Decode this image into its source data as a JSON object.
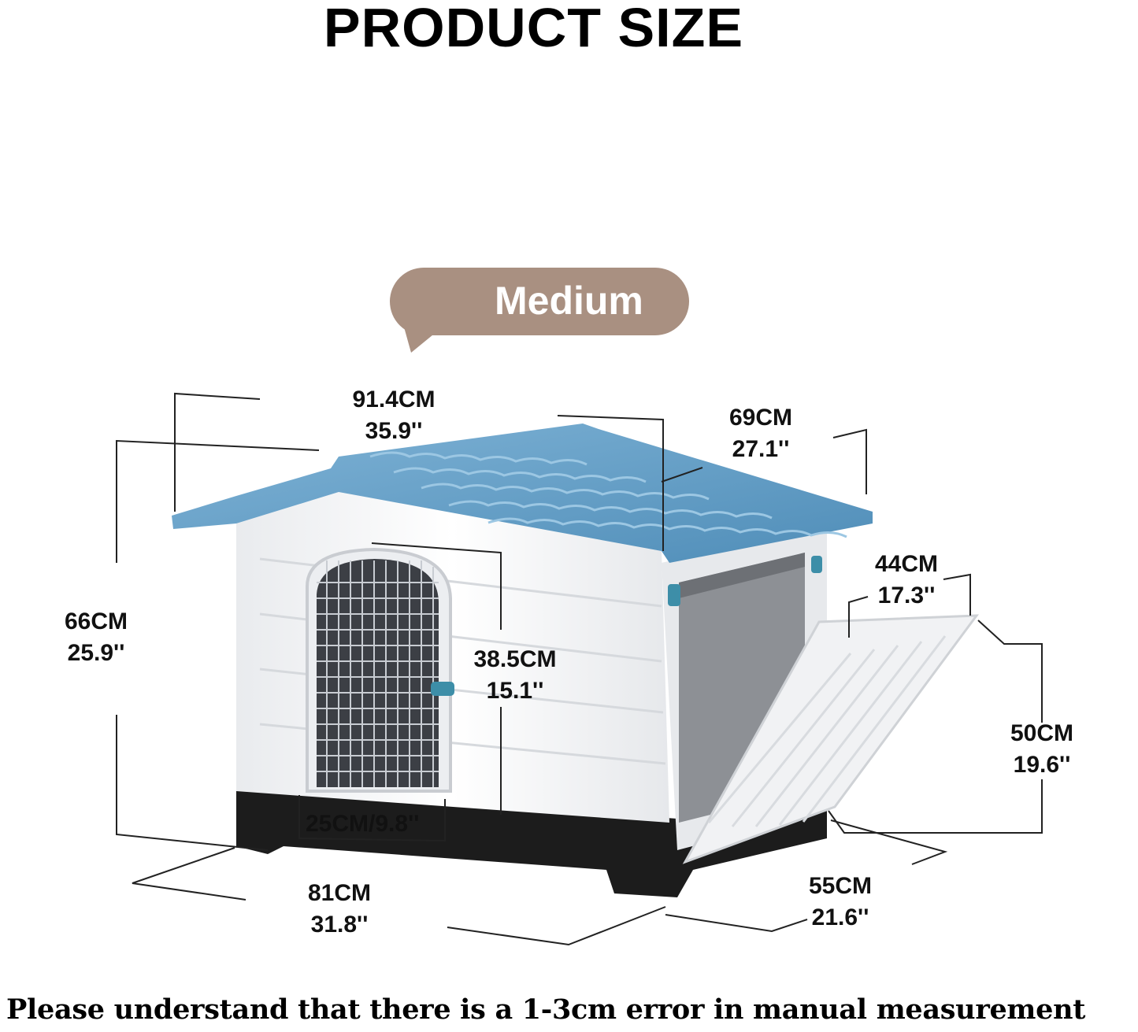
{
  "title": "PRODUCT SIZE",
  "size_badge": "Medium",
  "dimensions": {
    "roof_length": {
      "cm": "91.4CM",
      "inch": "35.9''"
    },
    "roof_depth": {
      "cm": "69CM",
      "inch": "27.1''"
    },
    "total_height": {
      "cm": "66CM",
      "inch": "25.9''"
    },
    "door_height": {
      "cm": "38.5CM",
      "inch": "15.1''"
    },
    "door_width": "25CM/9.8''",
    "side_door_width": {
      "cm": "44CM",
      "inch": "17.3''"
    },
    "side_door_height": {
      "cm": "50CM",
      "inch": "19.6''"
    },
    "base_length": {
      "cm": "81CM",
      "inch": "31.8''"
    },
    "base_depth": {
      "cm": "55CM",
      "inch": "21.6''"
    }
  },
  "footnote": "Please understand that there is a 1-3cm error in manual measurement",
  "colors": {
    "roof": "#5e9cc6",
    "body": "#f3f4f6",
    "base": "#1c1c1c",
    "badge": "#a99081",
    "latch": "#3d8ea8"
  }
}
